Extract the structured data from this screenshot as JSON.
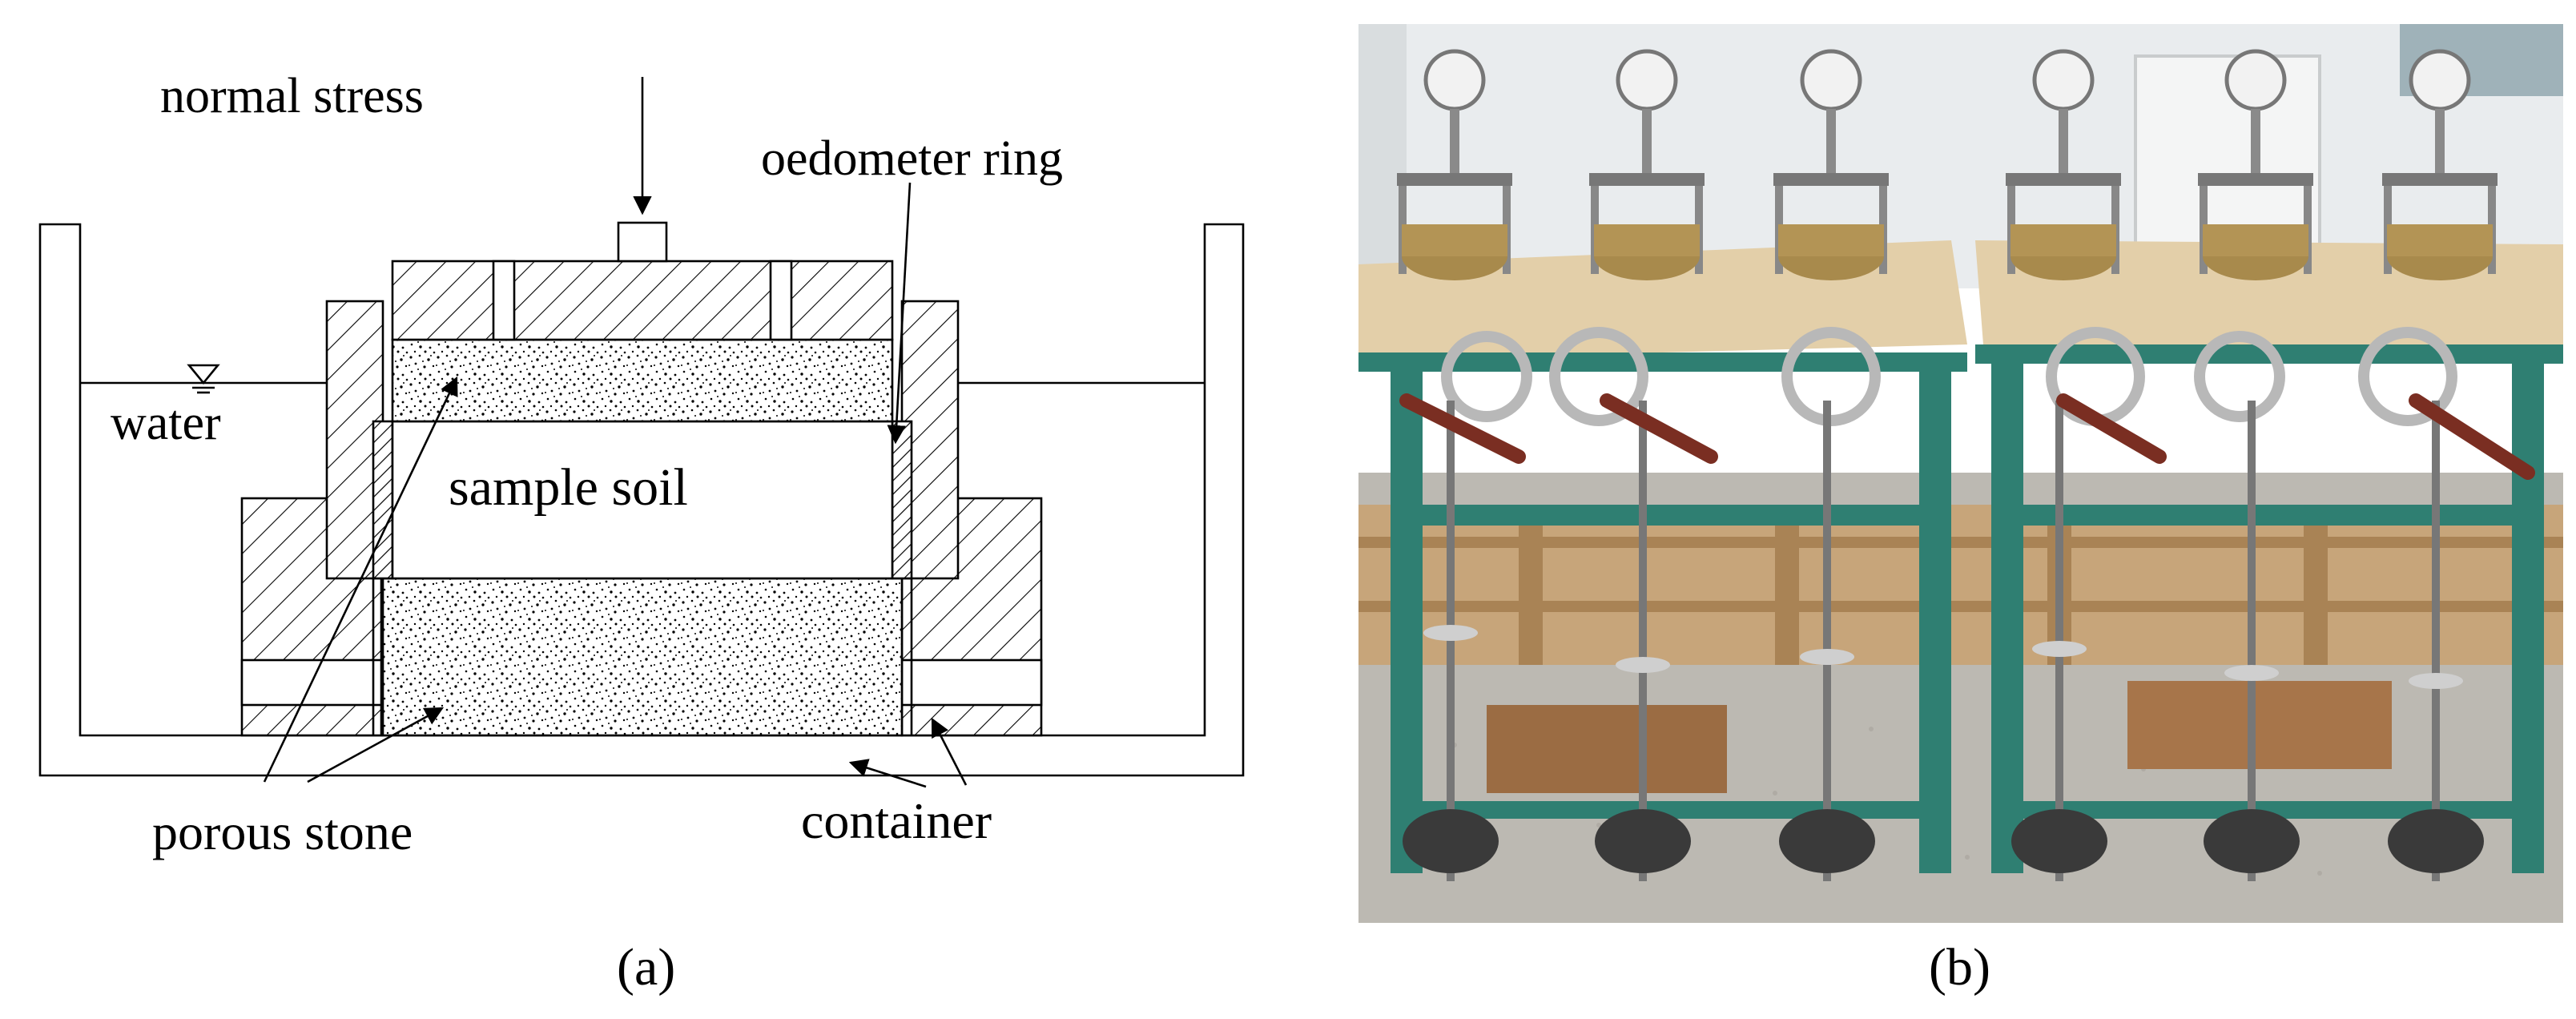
{
  "figure": {
    "panel_a": {
      "labels": {
        "normal_stress": "normal stress",
        "oedometer_ring": "oedometer ring",
        "water": "water",
        "sample_soil": "sample soil",
        "porous_stone": "porous stone",
        "container": "container"
      },
      "caption": "(a)"
    },
    "panel_b": {
      "caption": "(b)",
      "subject": "row of six oedometer consolidation apparatuses with dial gauges, brass cells, loading levers and weight stacks on green steel frames",
      "colors": {
        "wall": "#e8ebec",
        "table_top": "#e3cfa9",
        "frame": "#2f7f72",
        "brass": "#a88a4c",
        "wood": "#b98955",
        "floor": "#b9b7b0",
        "weights": "#3d3d3d"
      }
    }
  }
}
